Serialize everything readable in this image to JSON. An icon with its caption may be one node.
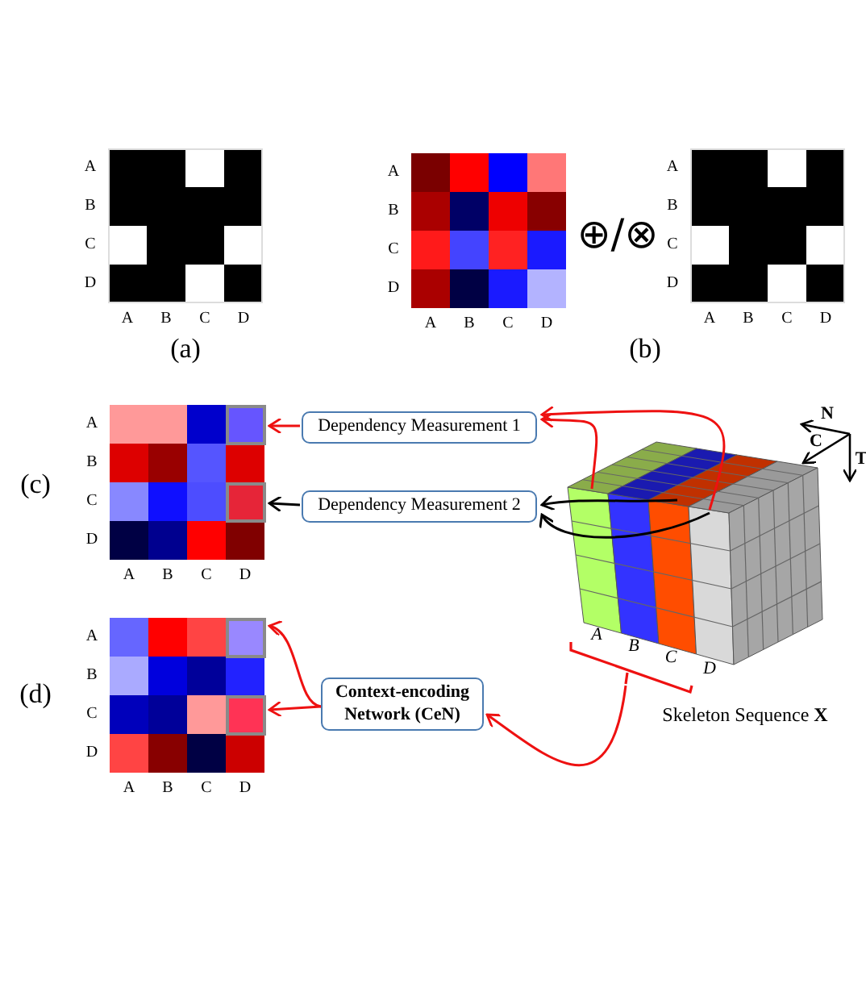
{
  "diagram": {
    "nodes": [
      {
        "text": [
          "Dependency Measurement 1"
        ]
      },
      {
        "text": [
          "Dependency Measurement 2"
        ]
      },
      {
        "text": [
          "Context-encoding Network (CeN)"
        ]
      },
      {
        "text": [],
        "shape": "box"
      },
      {
        "text": [],
        "shape": "box"
      },
      {
        "text": [],
        "shape": "box"
      },
      {
        "text": [],
        "shape": "box"
      },
      {
        "text": [],
        "shape": "cube"
      },
      {
        "text": [],
        "shape": "bracket"
      }
    ],
    "edges": [
      {
        "from": 0,
        "to": 3,
        "arrow": "to"
      },
      {
        "from": 1,
        "to": 4,
        "arrow": "to",
        "color": "#000000"
      },
      {
        "from": 2,
        "to": 5,
        "arrow": "to"
      },
      {
        "from": 2,
        "to": 6,
        "arrow": "to"
      },
      {
        "from": 7,
        "to": 0,
        "arrow": "to"
      },
      {
        "from": 7,
        "to": 0,
        "arrow": "to"
      },
      {
        "from": 7,
        "to": 1,
        "arrow": "to",
        "color": "#000000"
      },
      {
        "from": 7,
        "to": 1,
        "arrow": "to",
        "color": "#000000"
      },
      {
        "from": 8,
        "to": 2,
        "arrow": "to"
      }
    ],
    "labels": [
      "A",
      "B",
      "C",
      "D",
      "A",
      "B",
      "C",
      "D",
      "(a)",
      "A",
      "B",
      "C",
      "D",
      "A",
      "B",
      "C",
      "D",
      "⊕/⊗",
      "A",
      "B",
      "C",
      "D",
      "A",
      "B",
      "C",
      "D",
      "(b)",
      "N",
      "C",
      "T",
      "(c)",
      "A",
      "B",
      "C",
      "D",
      "A",
      "B",
      "C",
      "D",
      "A",
      "B",
      "C",
      "D",
      "(d)",
      "A",
      "B",
      "C",
      "D",
      "A",
      "B",
      "C",
      "D",
      "Skeleton Sequence **X**"
    ]
  }
}
